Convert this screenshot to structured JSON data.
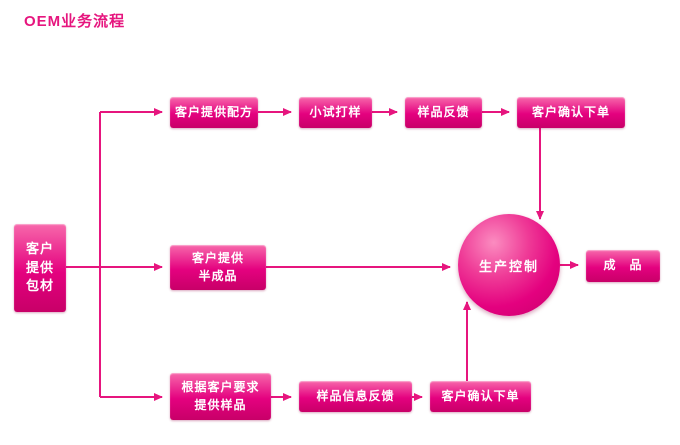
{
  "title": "OEM业务流程",
  "colors": {
    "accent": "#e6157e",
    "box_top": "#f768ab",
    "box_mid": "#e4017f",
    "box_bottom": "#c80068"
  },
  "nodes": {
    "left_box": {
      "line1": "客户",
      "line2": "提供",
      "line3": "包材"
    },
    "top_row": {
      "box1": "客户提供配方",
      "box2": "小试打样",
      "box3": "样品反馈",
      "box4": "客户确认下单"
    },
    "middle_row": {
      "box1_line1": "客户提供",
      "box1_line2": "半成品",
      "circle": "生产控制",
      "final": "成　品"
    },
    "bottom_row": {
      "box1_line1": "根据客户要求",
      "box1_line2": "提供样品",
      "box2": "样品信息反馈",
      "box3": "客户确认下单"
    }
  }
}
